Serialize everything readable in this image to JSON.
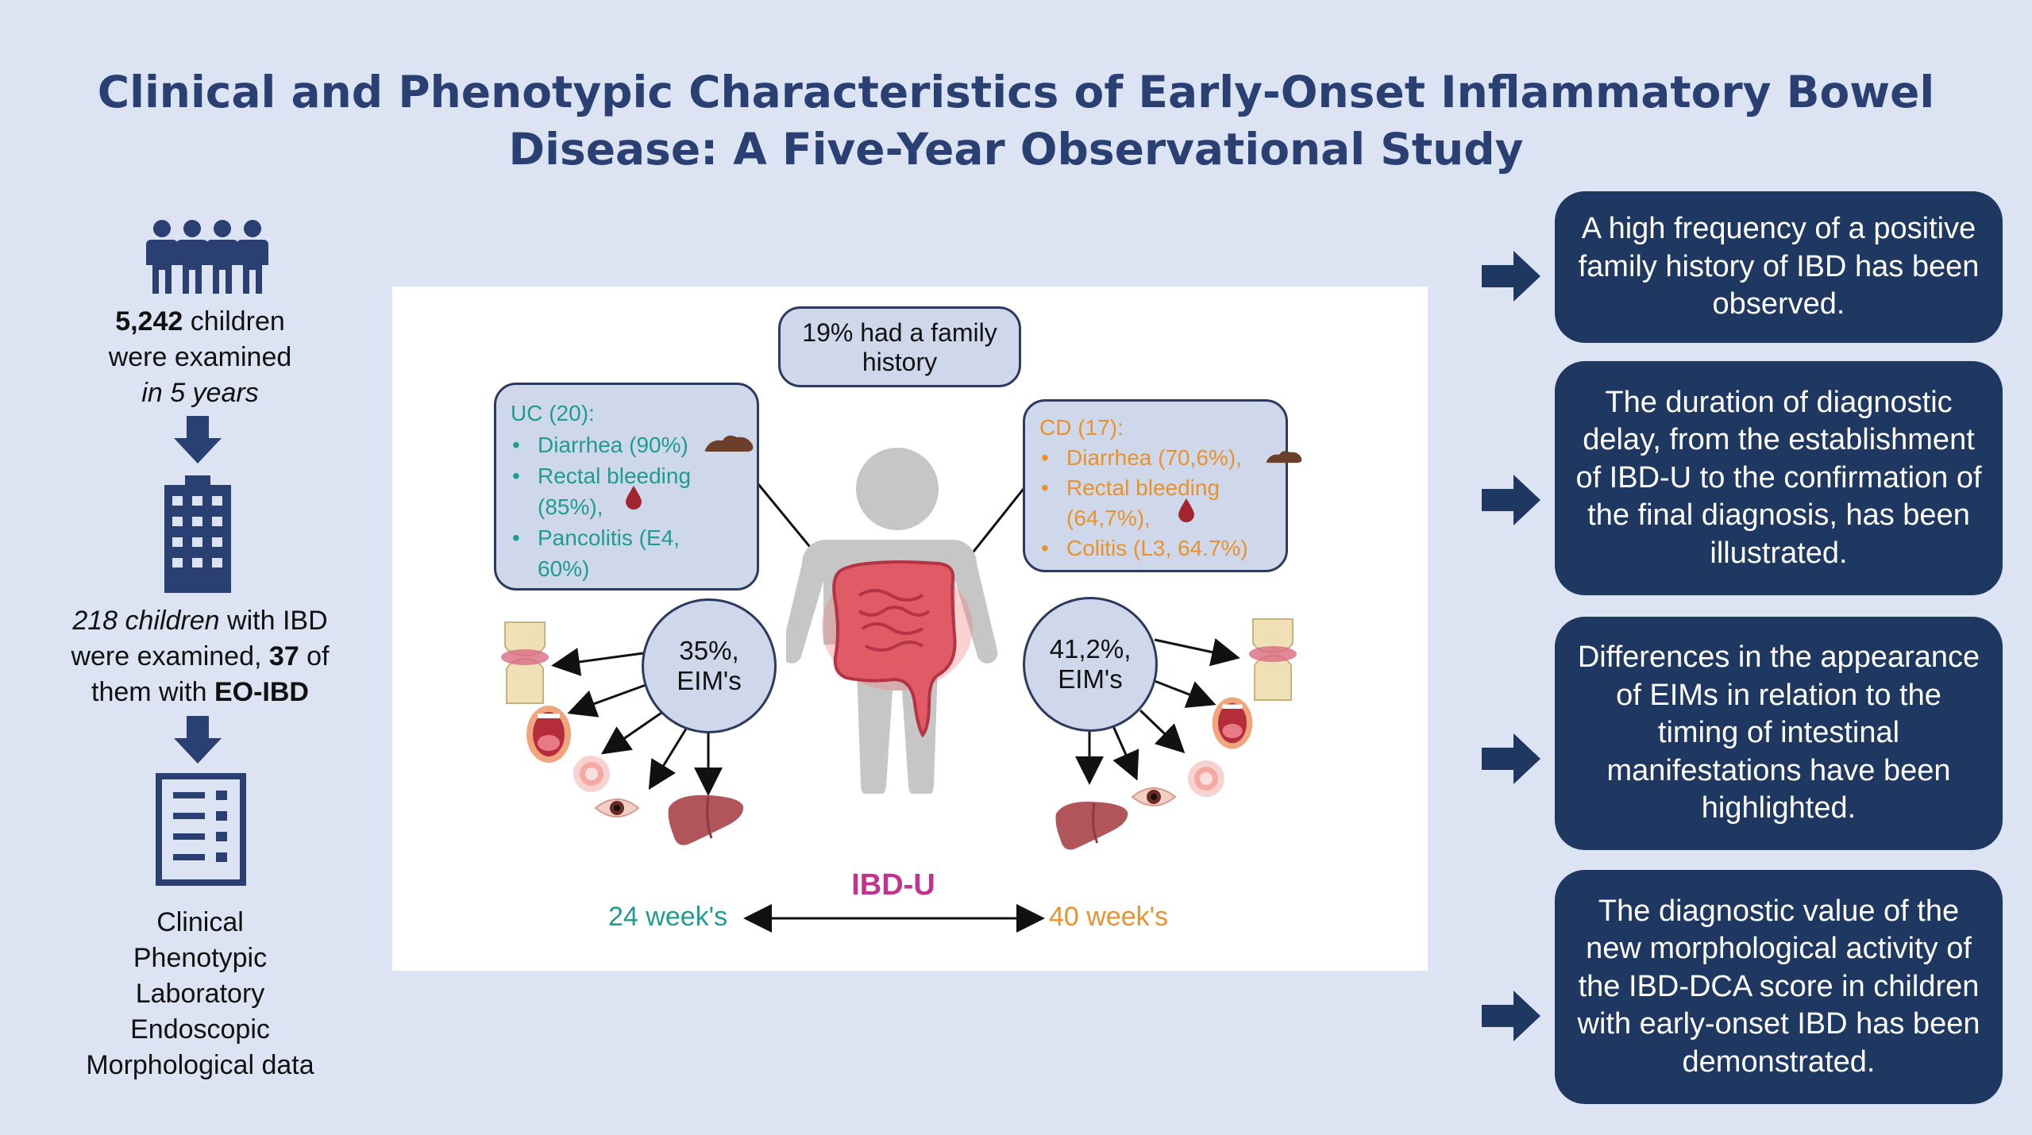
{
  "title": {
    "line1": "Clinical and Phenotypic Characteristics of Early-Onset Inflammatory Bowel",
    "line2": "Disease: A Five-Year Observational Study"
  },
  "left": {
    "children_count": "5,242",
    "children_suffix": " children",
    "examined_line": "were examined",
    "years_line": "in 5 years",
    "ibd_children": "218 children",
    "ibd_suffix": " with IBD",
    "examined_of": "were examined, ",
    "eo_count": "37",
    "of_text": " of",
    "them_with": "them with ",
    "eo_ibd": "EO-IBD",
    "data_types": [
      "Clinical",
      "Phenotypic",
      "Laboratory",
      "Endoscopic",
      "Morphological data"
    ]
  },
  "center": {
    "family_history": {
      "line1": "19%  had a family",
      "line2": "history"
    },
    "uc": {
      "header": "UC (20):",
      "items": [
        "Diarrhea (90%)",
        "Rectal bleeding",
        "(85%),",
        "Pancolitis (E4,",
        "60%)"
      ]
    },
    "cd": {
      "header": "CD (17):",
      "items": [
        "Diarrhea (70,6%),",
        "Rectal bleeding",
        "(64,7%),",
        "Colitis (L3, 64.7%)"
      ]
    },
    "eim_left": {
      "line1": "35%,",
      "line2": "EIM's"
    },
    "eim_right": {
      "line1": "41,2%,",
      "line2": "EIM's"
    },
    "ibdu_label": "IBD-U",
    "weeks_left": "24 week's",
    "weeks_right": "40 week's",
    "colors": {
      "uc": "#1e9c92",
      "cd": "#e8922c",
      "ibdu": "#c2338f",
      "panel_accent": "#2b3a5e"
    }
  },
  "findings": [
    "A high frequency of a positive family history of IBD has been observed.",
    "The duration of diagnostic delay, from the establishment of IBD-U to the confirmation of the final diagnosis, has been illustrated.",
    "Differences in the appearance of EIMs in relation to the timing of intestinal manifestations have been highlighted.",
    "The diagnostic value of the new morphological activity of the IBD-DCA score in children with early-onset IBD has been demonstrated."
  ],
  "icons": [
    "children-group-icon",
    "hospital-building-icon",
    "clipboard-list-icon",
    "down-arrow-icon",
    "right-arrow-icon",
    "human-body-intestine-icon",
    "stool-icon",
    "blood-drop-icon",
    "joint-icon",
    "mouth-icon",
    "skin-lesion-icon",
    "eye-icon",
    "liver-icon"
  ]
}
